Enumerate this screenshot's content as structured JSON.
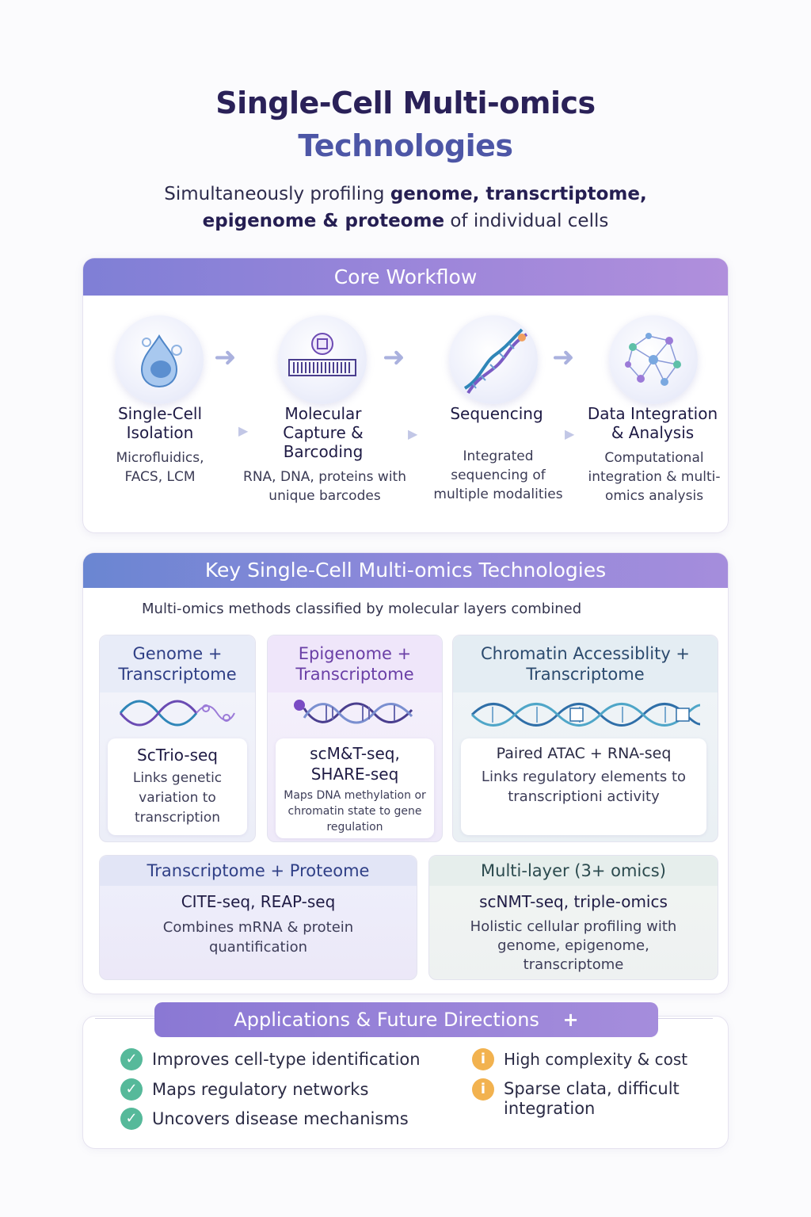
{
  "header": {
    "title_line1": "Single-Cell Multi-omics",
    "title_line2": "Technologies",
    "subtitle_pre": "Simultaneously profiling ",
    "subtitle_bold1": "genome, transcrtiptome,",
    "subtitle_bold2": "epigenome & proteome",
    "subtitle_post": " of individual cells"
  },
  "workflow": {
    "banner": "Core Workflow",
    "steps": [
      {
        "icon": "cell-icon",
        "title": "Single-Cell Isolation",
        "desc": "Microfluidics, FACS, LCM"
      },
      {
        "icon": "barcode-icon",
        "title": "Molecular Capture & Barcoding",
        "desc": "RNA, DNA, proteins with unique barcodes"
      },
      {
        "icon": "dna-helix-icon",
        "title": "Sequencing",
        "desc": "Integrated sequencing of multiple modalities"
      },
      {
        "icon": "network-icon",
        "title": "Data Integration & Analysis",
        "desc": "Computational integration & multi-omics analysis"
      }
    ]
  },
  "technologies": {
    "banner": "Key Single-Cell Multi-omics Technologies",
    "caption": "Multi-omics methods classified by molecular layers combined",
    "tiles": [
      {
        "header": "Genome + Transcriptome",
        "methods": "ScTrio-seq",
        "desc": "Links genetic variation to transcription",
        "color": "#2f3f86"
      },
      {
        "header": "Epigenome + Transcriptome",
        "methods": "scM&T-seq, SHARE-seq",
        "desc": "Maps DNA methylation or chromatin state to gene regulation",
        "color": "#6a3fa6"
      },
      {
        "header": "Chromatin Accessiblity + Transcriptome",
        "methods": "Paired ATAC + RNA-seq",
        "desc": "Links regulatory elements to transcriptioni activity",
        "color": "#2b4a6e"
      },
      {
        "header": "Transcriptome + Proteome",
        "methods": "CITE-seq, REAP-seq",
        "desc": "Combines mRNA & protein quantification",
        "color": "#2f3f86"
      },
      {
        "header": "Multi-layer (3+ omics)",
        "methods": "scNMT-seq, triple-omics",
        "desc": "Holistic cellular profiling with genome, epigenome, transcriptome",
        "color": "#2b4a4e"
      }
    ]
  },
  "applications": {
    "banner": "Applications & Future Directions",
    "banner_icon": "plus-icon",
    "benefits": [
      "Improves cell-type identification",
      "Maps regulatory networks",
      "Uncovers disease mechanisms"
    ],
    "challenges": [
      "High complexity & cost",
      "Sparse clata, difficult integration"
    ],
    "colors": {
      "benefit": "#56b99a",
      "challenge": "#f2b24f"
    }
  }
}
